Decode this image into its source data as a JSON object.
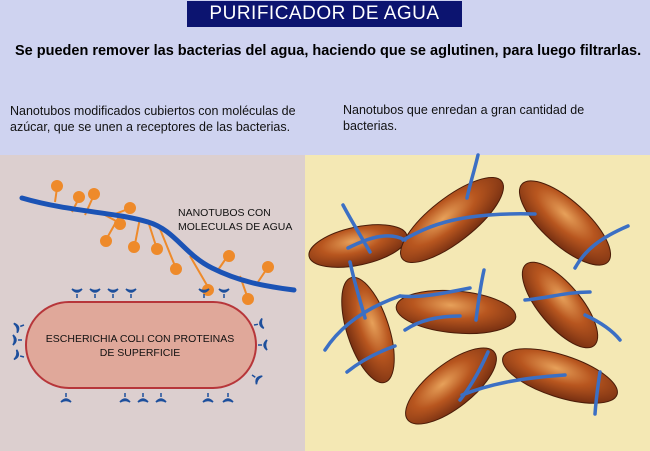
{
  "title": "PURIFICADOR DE AGUA",
  "headline": "Se pueden remover las bacterias del agua, haciendo que se aglutinen, para luego filtrarlas.",
  "left_caption": "Nanotubos modificados cubiertos con moléculas de azúcar, que se unen a receptores de las bacterias.",
  "right_caption": "Nanotubos que enredan a gran cantidad de bacterias.",
  "nanotube_label": "NANOTUBOS CON MOLECULAS DE AGUA",
  "bacterium_label": "ESCHERICHIA COLI CON PROTEINAS DE SUPERFICIE",
  "colors": {
    "header_bg": "#0c1470",
    "page_bg": "#cfd3f0",
    "left_panel": "#dccfcf",
    "right_panel": "#f4e8b4",
    "nanotube": "#1b53b5",
    "sugar": "#ee8a2a",
    "bacterium": "#e0a89a",
    "bacterium_outline": "#b7363a",
    "receptor": "#1d4f9c"
  }
}
